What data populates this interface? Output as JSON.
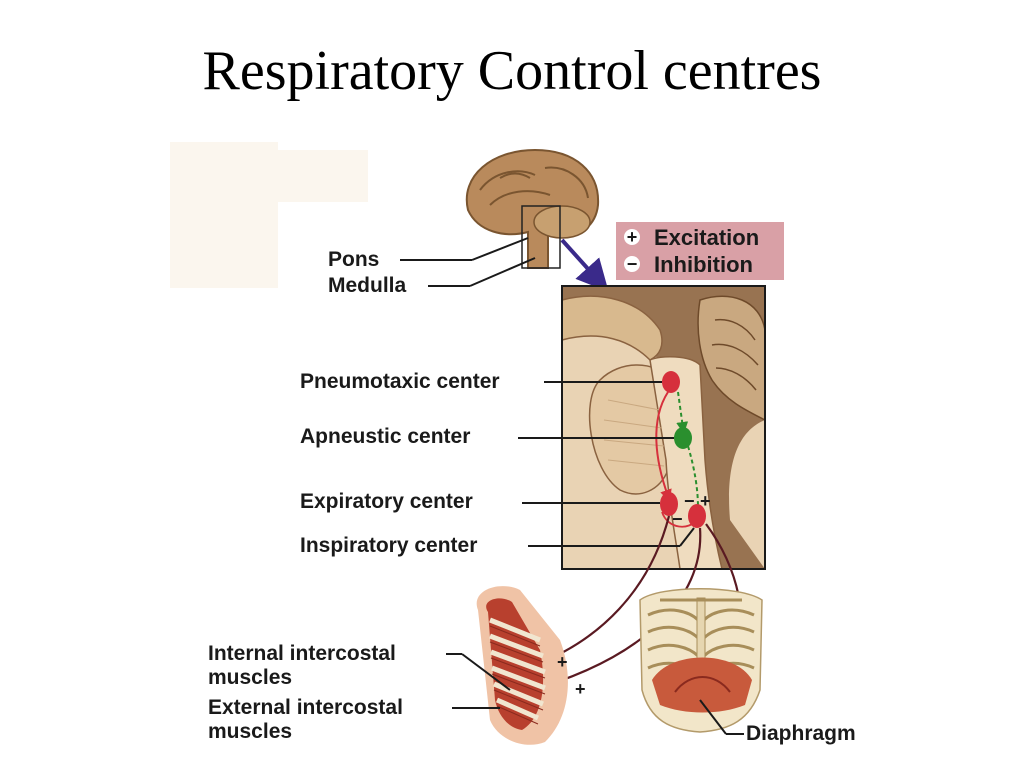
{
  "title": "Respiratory Control centres",
  "legend": {
    "excitation": {
      "symbol": "+",
      "label": "Excitation"
    },
    "inhibition": {
      "symbol": "−",
      "label": "Inhibition"
    }
  },
  "labels": {
    "pons": "Pons",
    "medulla": "Medulla",
    "pneumotaxic": "Pneumotaxic center",
    "apneustic": "Apneustic center",
    "expiratory": "Expiratory center",
    "inspiratory": "Inspiratory center",
    "internal_line1": "Internal intercostal",
    "internal_line2": "muscles",
    "external_line1": "External intercostal",
    "external_line2": "muscles",
    "diaphragm": "Diaphragm"
  },
  "signs": {
    "plus": "+",
    "minus": "−"
  },
  "colors": {
    "legend_bg": "#d9a0a6",
    "brain": "#b98a5c",
    "brain_light": "#e9d3b4",
    "center_red": "#d6303c",
    "center_green": "#2a8f2e",
    "nerve": "#5a1a22",
    "arrow": "#3a2a8a"
  }
}
